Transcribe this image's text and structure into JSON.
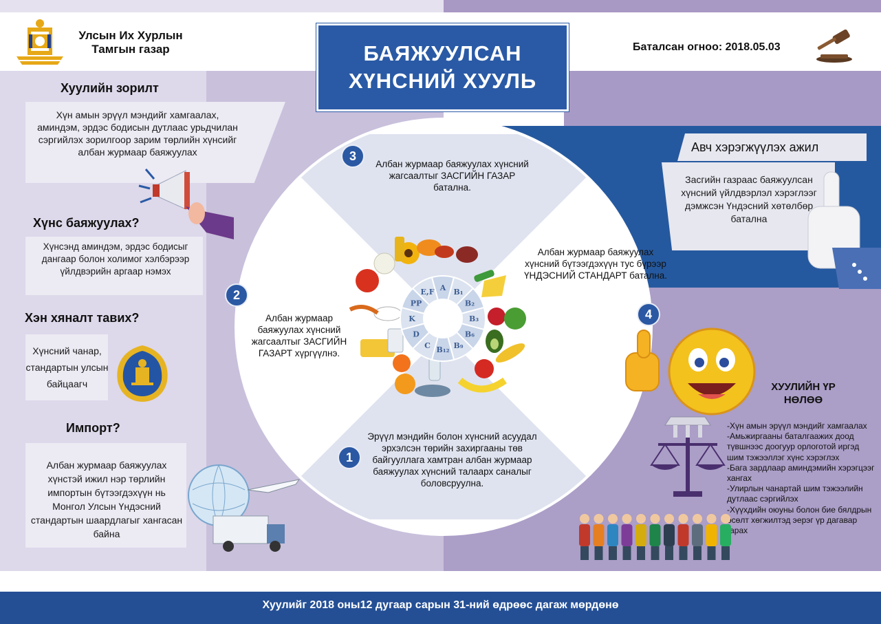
{
  "header": {
    "org_line1": "Улсын Их Хурлын",
    "org_line2": "Тамгын газар",
    "title_line1": "БАЯЖУУЛСАН",
    "title_line2": "ХҮНСНИЙ ХУУЛЬ",
    "approved_date": "Баталсан огноо: 2018.05.03"
  },
  "left": {
    "goal_heading": "Хуулийн зорилт",
    "goal_text": "Хүн амын эрүүл мэндийг хамгаалах, аминдэм, эрдэс бодисын дутлаас урьдчилан сэргийлэх зорилгоор зарим төрлийн хүнсийг албан журмаар баяжуулах",
    "fortify_heading": "Хүнс баяжуулах?",
    "fortify_text": "Хүнсэнд аминдэм, эрдэс бодисыг дангаар болон холимог хэлбэрээр үйлдвэрийн аргаар нэмэх",
    "control_heading": "Хэн хяналт тавих?",
    "control_text": "Хүнсний чанар, стандартын улсын байцаагч",
    "import_heading": "Импорт?",
    "import_text": "Албан журмаар баяжуулах хүнстэй ижил нэр төрлийн импортын бүтээгдэхүүн нь Монгол Улсын Үндэсний стандартын шаардлагыг хангасан байна"
  },
  "steps": [
    {
      "number": "1",
      "text": "Эрүүл мэндийн болон хүнсний асуудал эрхэлсэн төрийн захиргааны төв байгууллага хамтран албан журмаар баяжуулах хүнсний талаарх саналыг боловсруулна."
    },
    {
      "number": "2",
      "text": "Албан журмаар баяжуулах хүнсний жагсаалтыг ЗАСГИЙН ГАЗАРТ хүргүүлнэ."
    },
    {
      "number": "3",
      "text": "Албан журмаар баяжуулах хүнсний жагсаалтыг ЗАСГИЙН ГАЗАР батална."
    },
    {
      "number": "4",
      "text": "Албан журмаар баяжуулах хүнсний бүтээгдэхүүн тус бүрээр ҮНДЭСНИЙ СТАНДАРТ батална."
    }
  ],
  "vitamins": [
    "A",
    "B₁",
    "B₂",
    "B₃",
    "B₆",
    "B₉",
    "B₁₂",
    "C",
    "D",
    "K",
    "PP",
    "E,F"
  ],
  "right": {
    "action_heading": "Авч хэрэгжүүлэх ажил",
    "action_text": "Засгийн газраас баяжуулсан хүнсний үйлдвэрлэл хэрэглээг дэмжсэн Үндэсний хөтөлбөр батална",
    "result_heading_line1": "ХУУЛИЙН ҮР",
    "result_heading_line2": "НӨЛӨӨ",
    "results": [
      "-Хүн амын  эрүүл мэндийг хамгаалах",
      "-Амьжиргааны баталгаажих доод түвшнээс доогуур орлоготой иргэд шим тэжээллэг хүнс хэрэглэх",
      "-Бага зардлаар аминдэмийн хэрэгцээг хангах",
      "-Улирлын чанартай шим тэжээлийн дутлаас сэргийлэх",
      "-Хүүхдийн оюуны болон бие бялдрын өсөлт хөгжилтэд эерэг үр дагавар гарах"
    ]
  },
  "footer": {
    "text": "Хуулийг 2018 оны12 дугаар сарын 31-ний өдрөөс дагаж мөрдөнө"
  },
  "colors": {
    "brand_blue": "#2a5aa5",
    "lavender": "#ddd8ea",
    "purple": "#ab9ec7",
    "gold": "#e6a817"
  }
}
